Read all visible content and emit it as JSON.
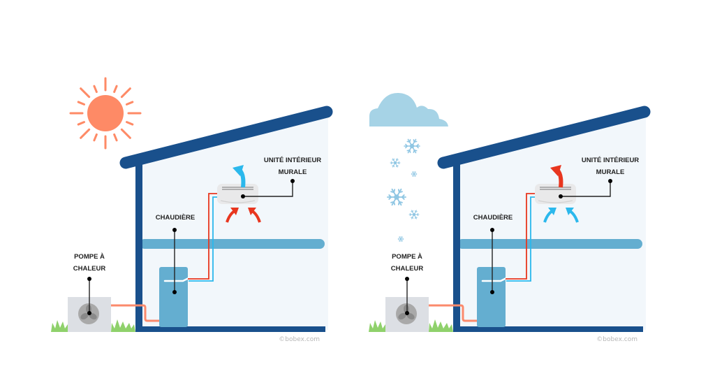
{
  "panels": [
    {
      "id": "summer",
      "weather": "sun",
      "labels": {
        "indoor_unit_line1": "UNITÉ INTÉRIEUR",
        "indoor_unit_line2": "MURALE",
        "boiler": "CHAUDIÈRE",
        "heat_pump_line1": "POMPE À",
        "heat_pump_line2": "CHALEUR"
      },
      "credit": "©bobex.com",
      "intake_arrows_color": "#e8361f",
      "output_arrow_color": "#2bb8ec",
      "mode": "cooling"
    },
    {
      "id": "winter",
      "weather": "cloud-snow",
      "labels": {
        "indoor_unit_line1": "UNITÉ INTÉRIEUR",
        "indoor_unit_line2": "MURALE",
        "boiler": "CHAUDIÈRE",
        "heat_pump_line1": "POMPE À",
        "heat_pump_line2": "CHALEUR"
      },
      "credit": "©bobex.com",
      "intake_arrows_color": "#2bb8ec",
      "output_arrow_color": "#e8361f",
      "mode": "heating"
    }
  ],
  "colors": {
    "roof": "#19508c",
    "interior": "#f2f7fb",
    "beam": "#64aed0",
    "boiler": "#64aed0",
    "sun": "#fe8a66",
    "cloud": "#a6d3e6",
    "snow": "#8fc6e3",
    "grass": "#8fd16b",
    "pump_box": "#dcdfe4",
    "pump_fan": "#a9a9a9",
    "pipe_red": "#e8361f",
    "pipe_blue": "#2bb8ec",
    "pipe_orange": "#fb8a6c",
    "leader": "#222222"
  }
}
